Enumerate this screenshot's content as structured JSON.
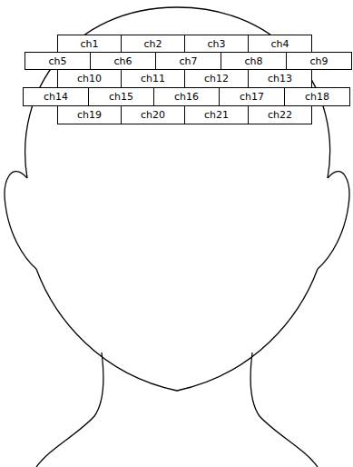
{
  "diagram": {
    "nodes": [
      {
        "text": [
          "ch1"
        ]
      },
      {
        "text": [
          "ch2"
        ]
      },
      {
        "text": [
          "ch3"
        ]
      },
      {
        "text": [
          "ch4"
        ]
      },
      {
        "text": [
          "ch5"
        ]
      },
      {
        "text": [
          "ch6"
        ]
      },
      {
        "text": [
          "ch7"
        ]
      },
      {
        "text": [
          "ch8"
        ]
      },
      {
        "text": [
          "ch9"
        ]
      },
      {
        "text": [
          "ch10"
        ]
      },
      {
        "text": [
          "ch11"
        ]
      },
      {
        "text": [
          "ch12"
        ]
      },
      {
        "text": [
          "ch13"
        ]
      },
      {
        "text": [
          "ch14"
        ]
      },
      {
        "text": [
          "ch15"
        ]
      },
      {
        "text": [
          "ch16"
        ]
      },
      {
        "text": [
          "ch17"
        ]
      },
      {
        "text": [
          "ch18"
        ]
      },
      {
        "text": [
          "ch19"
        ]
      },
      {
        "text": [
          "ch20"
        ]
      },
      {
        "text": [
          "ch21"
        ]
      },
      {
        "text": [
          "ch22"
        ]
      }
    ]
  }
}
